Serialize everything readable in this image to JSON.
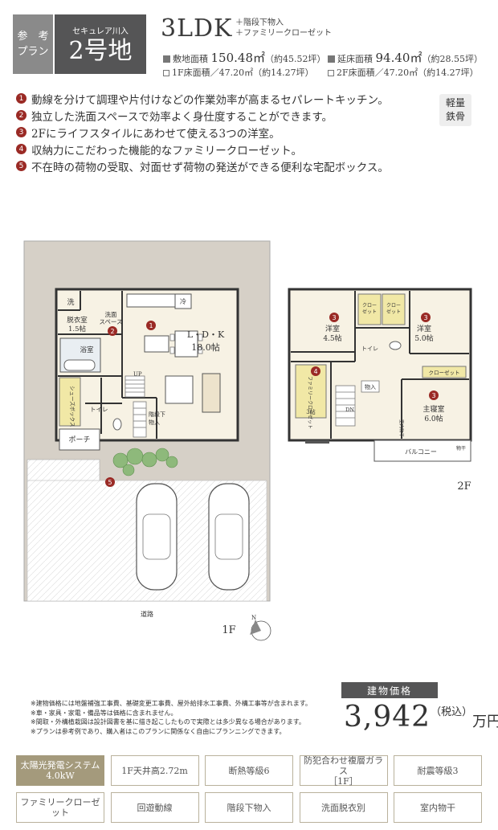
{
  "header": {
    "ref_label_1": "参　考",
    "ref_label_2": "プラン",
    "lot_sub": "セキュレア川入",
    "lot_name": "2号地",
    "layout": "3LDK",
    "extra_1": "＋階段下物入",
    "extra_2": "＋ファミリークローゼット",
    "site_area_label": "敷地面積",
    "site_area_value": "150.48㎡",
    "site_area_tsubo": "（約45.52坪）",
    "floor_area_label": "延床面積",
    "floor_area_value": "94.40㎡",
    "floor_area_tsubo": "（約28.55坪）",
    "floor1": "1F床面積／47.20㎡（約14.27坪）",
    "floor2": "2F床面積／47.20㎡（約14.27坪）",
    "badge_1": "軽量",
    "badge_2": "鉄骨"
  },
  "features": [
    {
      "num": "1",
      "text": "動線を分けて調理や片付けなどの作業効率が高まるセパレートキッチン。"
    },
    {
      "num": "2",
      "text": "独立した洗面スペースで効率よく身仕度することができます。"
    },
    {
      "num": "3",
      "text": "2Fにライフスタイルにあわせて使える3つの洋室。"
    },
    {
      "num": "4",
      "text": "収納力にこだわった機能的なファミリークローゼット。"
    },
    {
      "num": "5",
      "text": "不在時の荷物の受取、対面せず荷物の発送ができる便利な宅配ボックス。"
    }
  ],
  "plan": {
    "f1": {
      "label": "1F",
      "ldk": "L・D・K",
      "ldk_size": "18.0帖",
      "wash": "洗",
      "dressing": "脱衣室",
      "dressing_size": "1.5帖",
      "washspace_1": "洗面",
      "washspace_2": "スペース",
      "bath": "浴室",
      "fridge": "冷",
      "shoes": "シューズボックス",
      "toilet": "トイレ",
      "under_stair_1": "階段下",
      "under_stair_2": "物入",
      "porch": "ポーチ",
      "up": "UP",
      "road": "道路",
      "north": "N"
    },
    "f2": {
      "label": "2F",
      "room1": "洋室",
      "room1_size": "4.5帖",
      "room2": "洋室",
      "room2_size": "5.0帖",
      "master": "主寝室",
      "master_size": "6.0帖",
      "closet": "クロー\nゼット",
      "closet_a": "クロー",
      "closet_b": "ゼット",
      "closet_wide": "クローゼット",
      "family_closet": "ファミリークローゼット",
      "family_size": "3帖",
      "toilet": "トイレ",
      "storage": "物入",
      "balcony": "バルコニー",
      "dn": "DN",
      "indoor_dry": "室内物干",
      "clothes_dry": "物干"
    }
  },
  "notes": [
    "※建物価格には地盤補強工事費、基礎変更工事費、屋外給排水工事費、外構工事等が含まれます。",
    "※車・家具・家電・備品等は価格に含まれません。",
    "※間取・外構植栽図は設計図書を基に描き起こしたもので実際とは多少異なる場合があります。",
    "※プランは参考例であり、購入者はこのプランに関係なく自由にプランニングできます。"
  ],
  "price": {
    "label": "建物価格",
    "value": "3,942",
    "tax": "（税込）",
    "unit": "万円"
  },
  "specs": [
    {
      "line1": "太陽光発電システム",
      "line2": "4.0kW",
      "highlight": true
    },
    {
      "line1": "1F天井高2.72m",
      "line2": "",
      "highlight": false
    },
    {
      "line1": "断熱等級6",
      "line2": "",
      "highlight": false
    },
    {
      "line1": "防犯合わせ複層ガラス",
      "line2": "［1F］",
      "highlight": false
    },
    {
      "line1": "耐震等級3",
      "line2": "",
      "highlight": false
    },
    {
      "line1": "ファミリークローゼット",
      "line2": "",
      "highlight": false
    },
    {
      "line1": "回遊動線",
      "line2": "",
      "highlight": false
    },
    {
      "line1": "階段下物入",
      "line2": "",
      "highlight": false
    },
    {
      "line1": "洗面脱衣別",
      "line2": "",
      "highlight": false
    },
    {
      "line1": "室内物干",
      "line2": "",
      "highlight": false
    }
  ],
  "colors": {
    "accent_red": "#9a2a25",
    "header_dark": "#555556",
    "spec_gold": "#a49a7c",
    "lot_ground": "#d6d0c7",
    "floor_beige": "#f7f2e4"
  }
}
